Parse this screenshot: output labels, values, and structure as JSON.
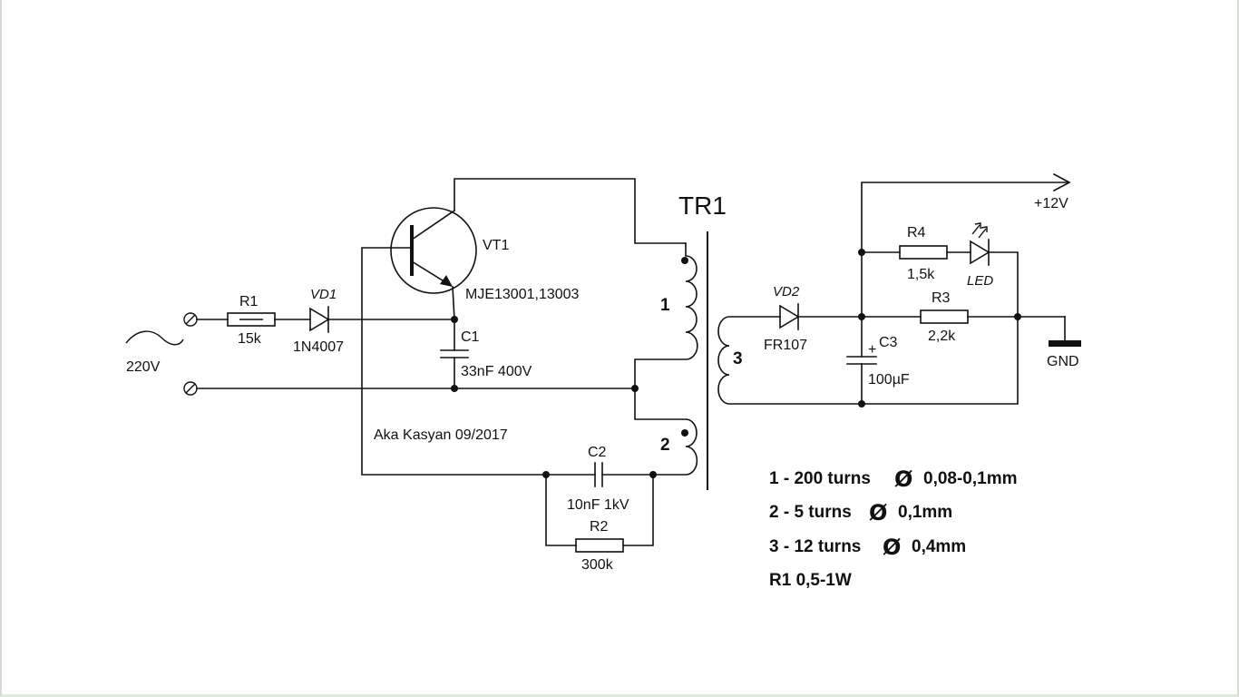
{
  "labels": {
    "tr1": "TR1",
    "vt1": "VT1",
    "vt1_part": "MJE13001,13003",
    "r1": "R1",
    "r1_val": "15k",
    "vd1": "VD1",
    "vd1_part": "1N4007",
    "c1": "C1",
    "c1_val": "33nF 400V",
    "ac_in": "220V",
    "author": "Aka Kasyan 09/2017",
    "c2": "C2",
    "c2_val": "10nF  1kV",
    "r2": "R2",
    "r2_val": "300k",
    "winding1": "1",
    "winding2": "2",
    "winding3": "3",
    "vd2": "VD2",
    "vd2_part": "FR107",
    "c3": "C3",
    "c3_plus": "+",
    "c3_val": "100µF",
    "r3": "R3",
    "r3_val": "2,2k",
    "r4": "R4",
    "r4_val": "1,5k",
    "led": "LED",
    "vout": "+12V",
    "gnd": "GND"
  },
  "specs": [
    {
      "text": "1 - 200 turns",
      "wire": "0,08-0,1mm"
    },
    {
      "text": "2 - 5 turns",
      "wire": "0,1mm"
    },
    {
      "text": "3 - 12 turns",
      "wire": "0,4mm"
    }
  ],
  "spec_r1": "R1  0,5-1W",
  "diameter_symbol": "Ø"
}
